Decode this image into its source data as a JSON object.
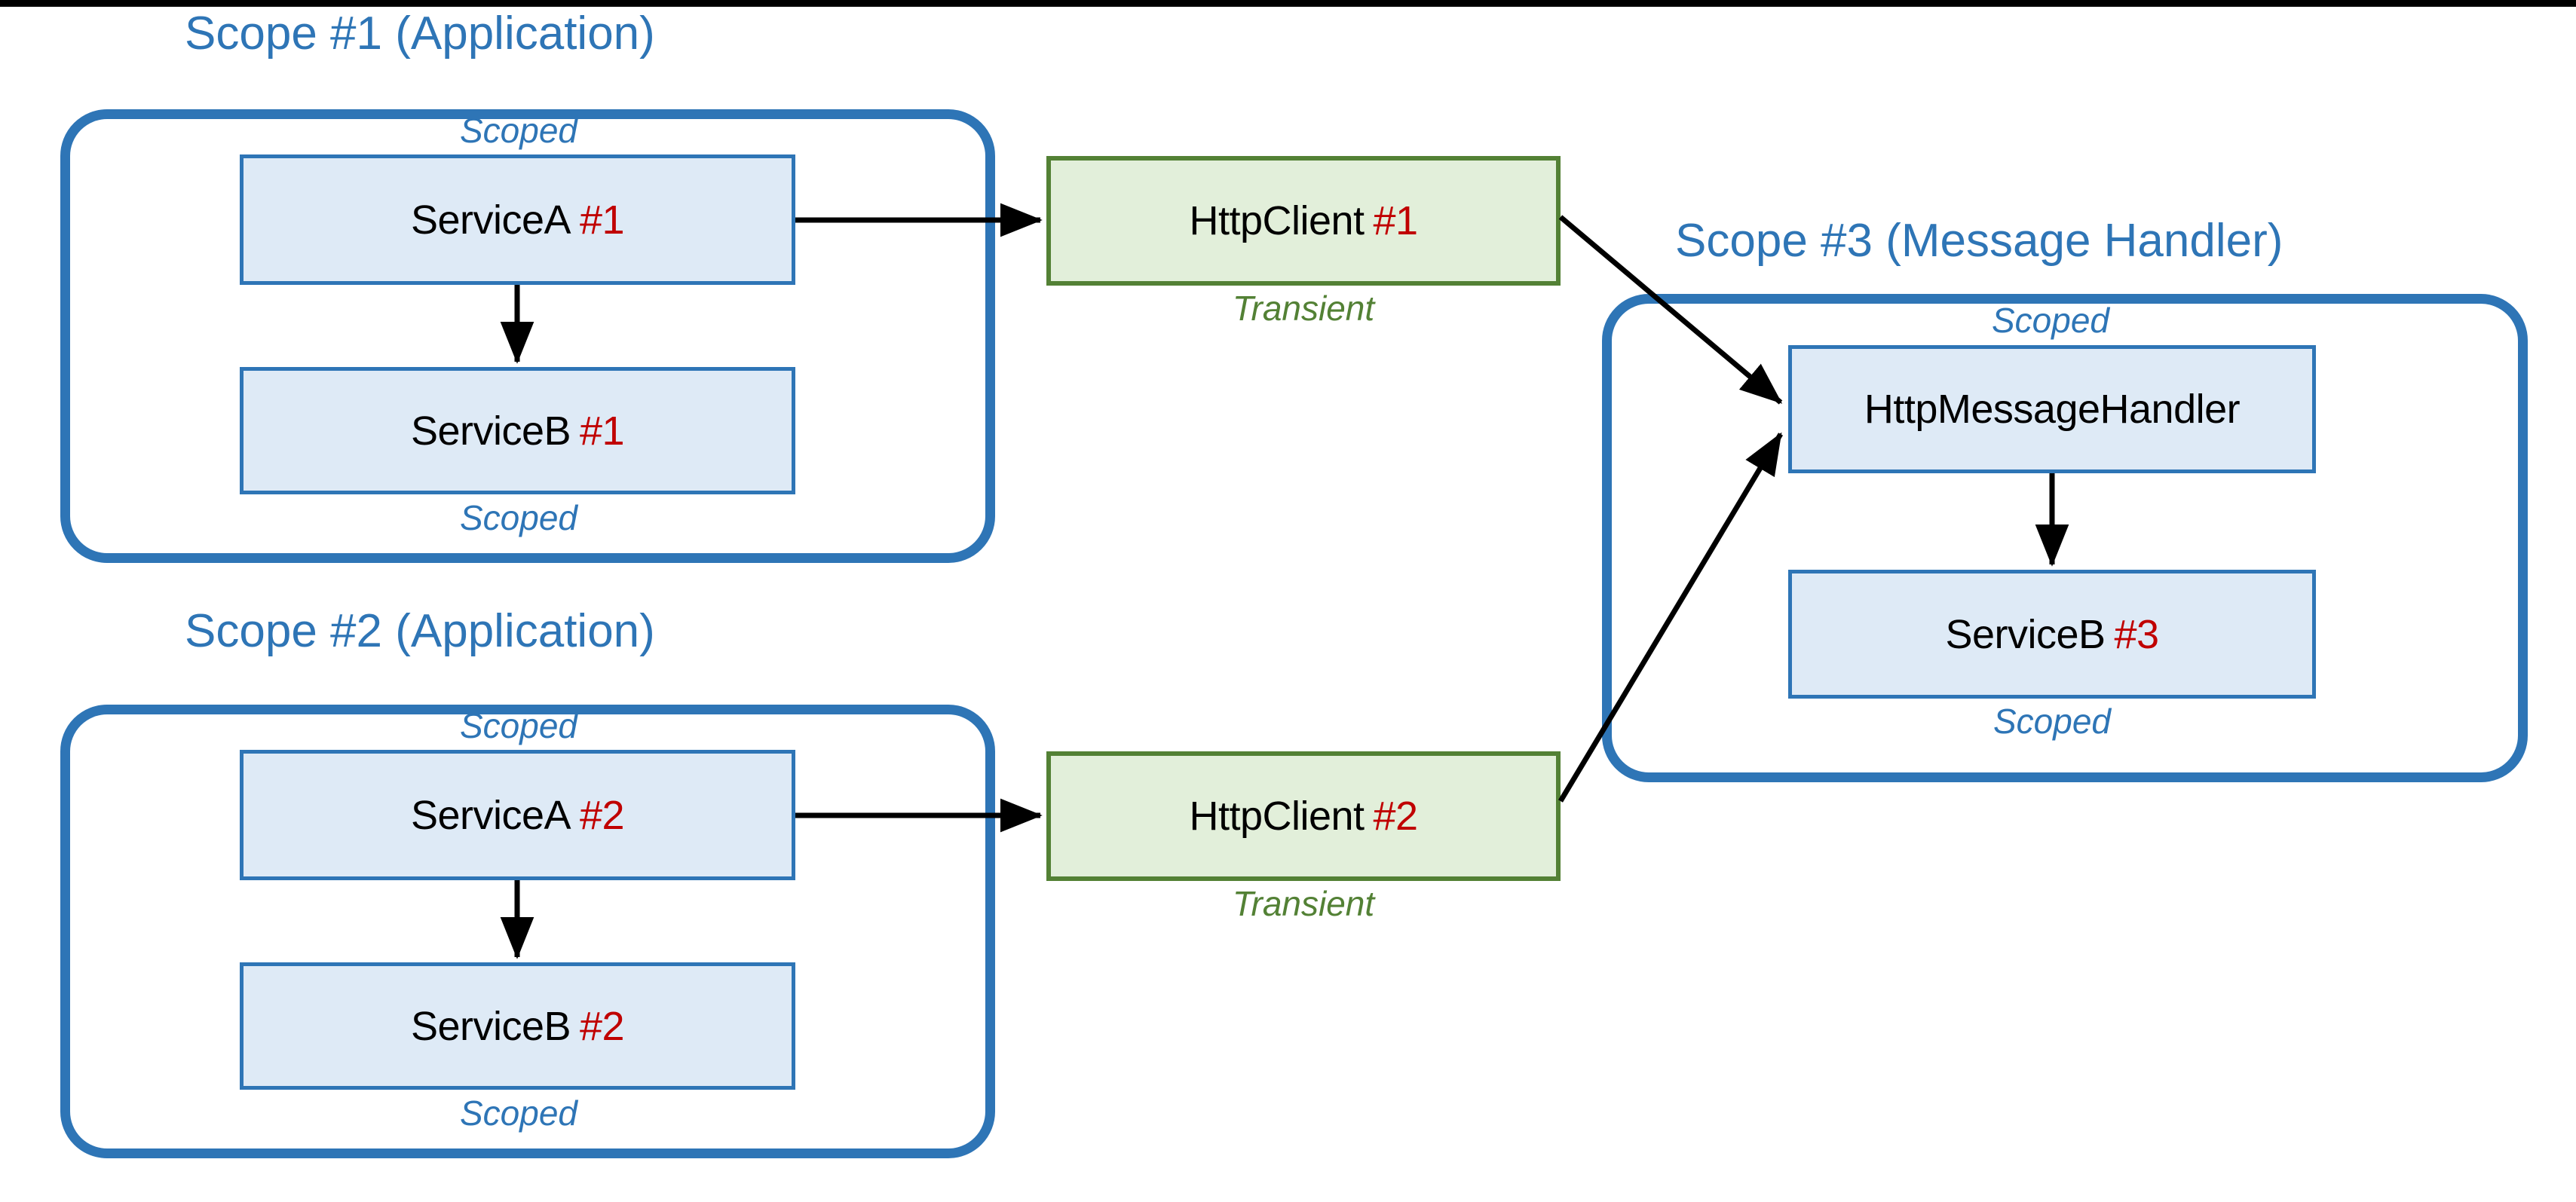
{
  "diagram": {
    "title_color": "#2e75b6",
    "accent_red": "#c00000",
    "green": "#538135",
    "blue_fill": "#deeaf6",
    "green_fill": "#e2efda"
  },
  "scopes": [
    {
      "id": "scope1",
      "title": "Scope #1 (Application)"
    },
    {
      "id": "scope2",
      "title": "Scope #2 (Application)"
    },
    {
      "id": "scope3",
      "title": "Scope #3 (Message Handler)"
    }
  ],
  "nodes": {
    "serviceA1": {
      "name": "ServiceA",
      "num": "#1",
      "caption_above": "Scoped"
    },
    "serviceB1": {
      "name": "ServiceB",
      "num": "#1",
      "caption_below": "Scoped"
    },
    "httpClient1": {
      "name": "HttpClient",
      "num": "#1",
      "caption_below": "Transient"
    },
    "serviceA2": {
      "name": "ServiceA",
      "num": "#2",
      "caption_above": "Scoped"
    },
    "serviceB2": {
      "name": "ServiceB",
      "num": "#2",
      "caption_below": "Scoped"
    },
    "httpClient2": {
      "name": "HttpClient",
      "num": "#2",
      "caption_below": "Transient"
    },
    "handler3": {
      "name": "HttpMessageHandler",
      "num": "",
      "caption_above": "Scoped"
    },
    "serviceB3": {
      "name": "ServiceB",
      "num": "#3",
      "caption_below": "Scoped"
    }
  },
  "edges": [
    {
      "from": "serviceA1",
      "to": "httpClient1"
    },
    {
      "from": "serviceA1",
      "to": "serviceB1"
    },
    {
      "from": "httpClient1",
      "to": "handler3"
    },
    {
      "from": "serviceA2",
      "to": "httpClient2"
    },
    {
      "from": "serviceA2",
      "to": "serviceB2"
    },
    {
      "from": "httpClient2",
      "to": "handler3"
    },
    {
      "from": "handler3",
      "to": "serviceB3"
    }
  ]
}
